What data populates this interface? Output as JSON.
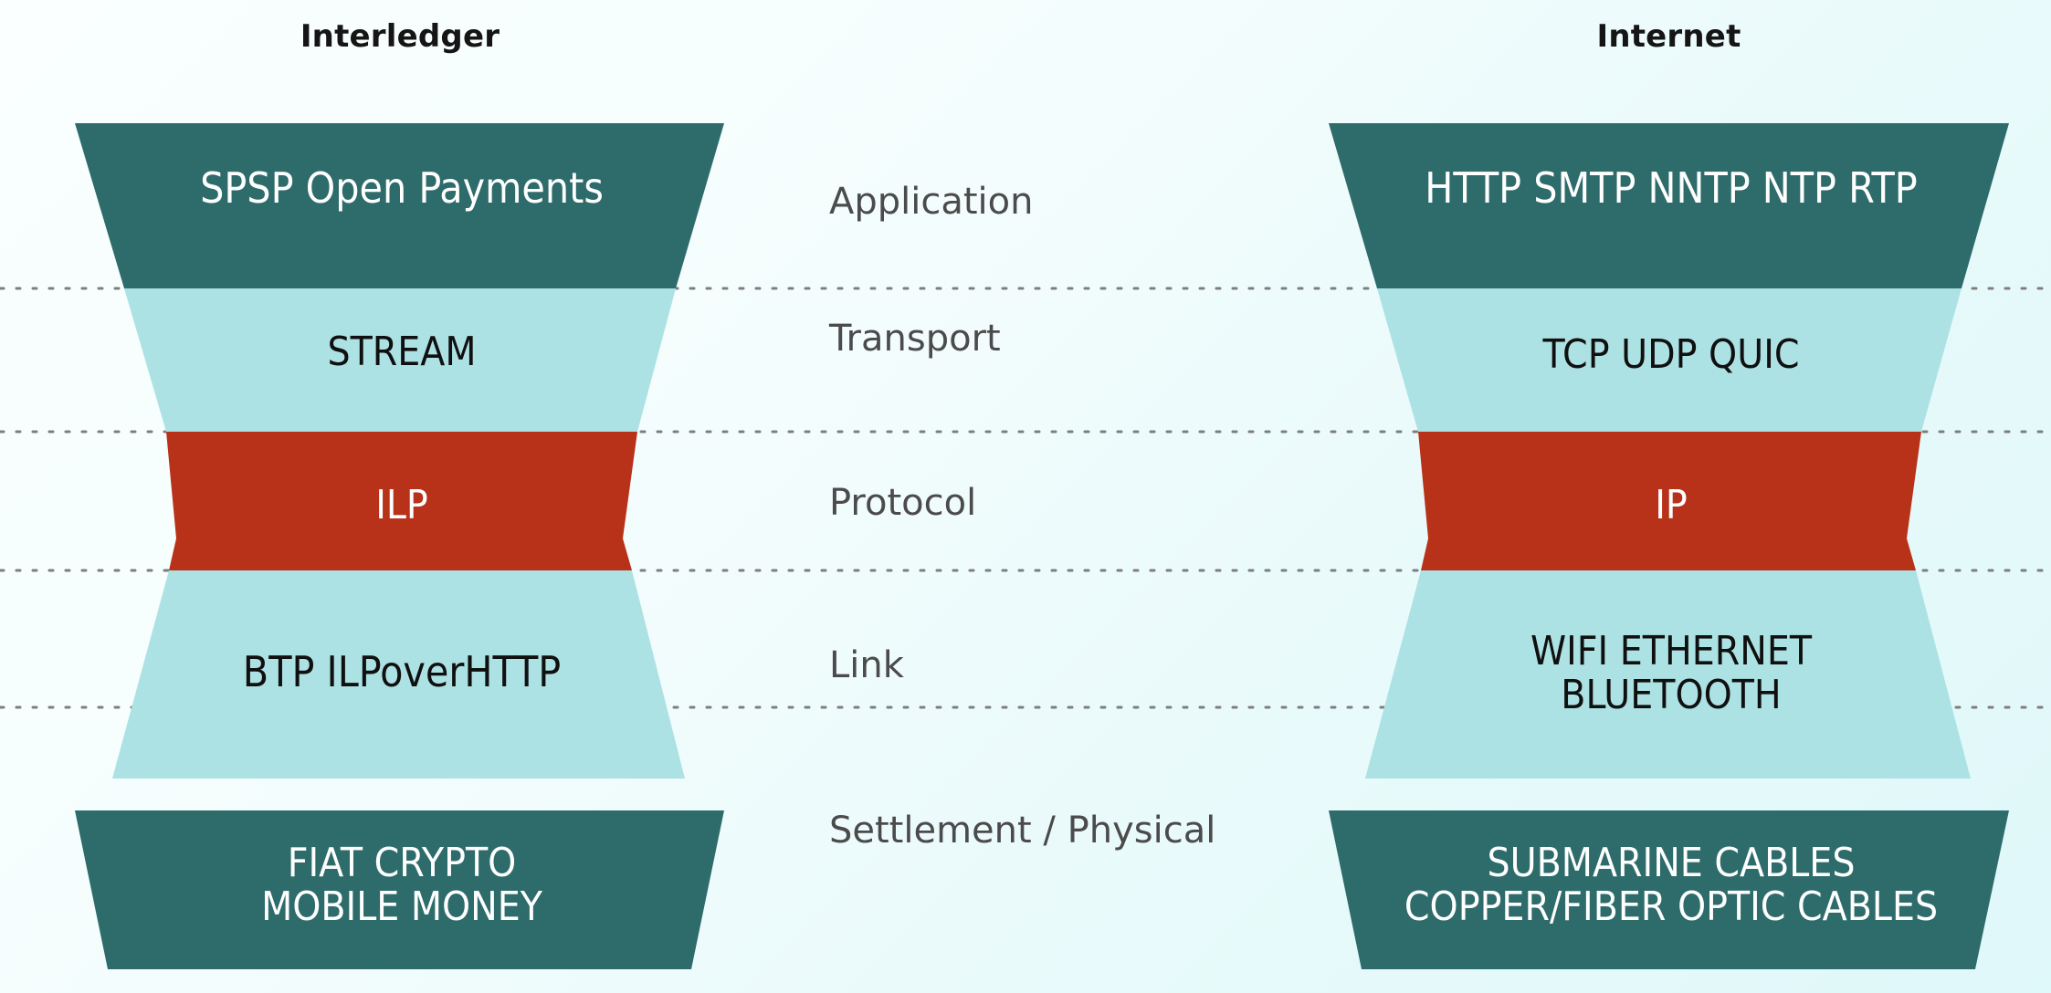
{
  "columns": {
    "left": {
      "title": "Interledger"
    },
    "right": {
      "title": "Internet"
    }
  },
  "layer_labels": [
    "Application",
    "Transport",
    "Protocol",
    "Link",
    "Settlement / Physical"
  ],
  "layers": [
    {
      "name": "Application",
      "color": "#2E6B6B",
      "text_color": "#FFFFFF",
      "left_text": "SPSP    Open Payments",
      "right_text": "HTTP  SMTP  NNTP  NTP  RTP"
    },
    {
      "name": "Transport",
      "color": "#ADE2E4",
      "text_color": "#101010",
      "left_text": "STREAM",
      "right_text": "TCP  UDP  QUIC"
    },
    {
      "name": "Protocol",
      "color": "#B73218",
      "text_color": "#FFFFFF",
      "left_text": "ILP",
      "right_text": "IP"
    },
    {
      "name": "Link",
      "color": "#ADE2E4",
      "text_color": "#101010",
      "left_text": "BTP  ILPoverHTTP",
      "right_text": "WIFI   ETHERNET\nBLUETOOTH"
    },
    {
      "name": "Settlement / Physical",
      "color": "#2E6B6B",
      "text_color": "#FFFFFF",
      "left_text": "FIAT   CRYPTO\nMOBILE MONEY",
      "right_text": "SUBMARINE CABLES\nCOPPER/FIBER OPTIC CABLES"
    }
  ],
  "palette": {
    "dark_teal": "#2E6B6B",
    "light_cyan": "#ADE2E4",
    "accent_red": "#B73218",
    "divider": "#7E7E7E",
    "label_text": "#4B4B4B",
    "title_text": "#151515",
    "bg_start": "#FAFFFF",
    "bg_end": "#DFF8F9"
  },
  "dividers": {
    "count": 4,
    "style": "dotted",
    "y_positions": [
      316,
      473,
      625,
      775
    ]
  }
}
